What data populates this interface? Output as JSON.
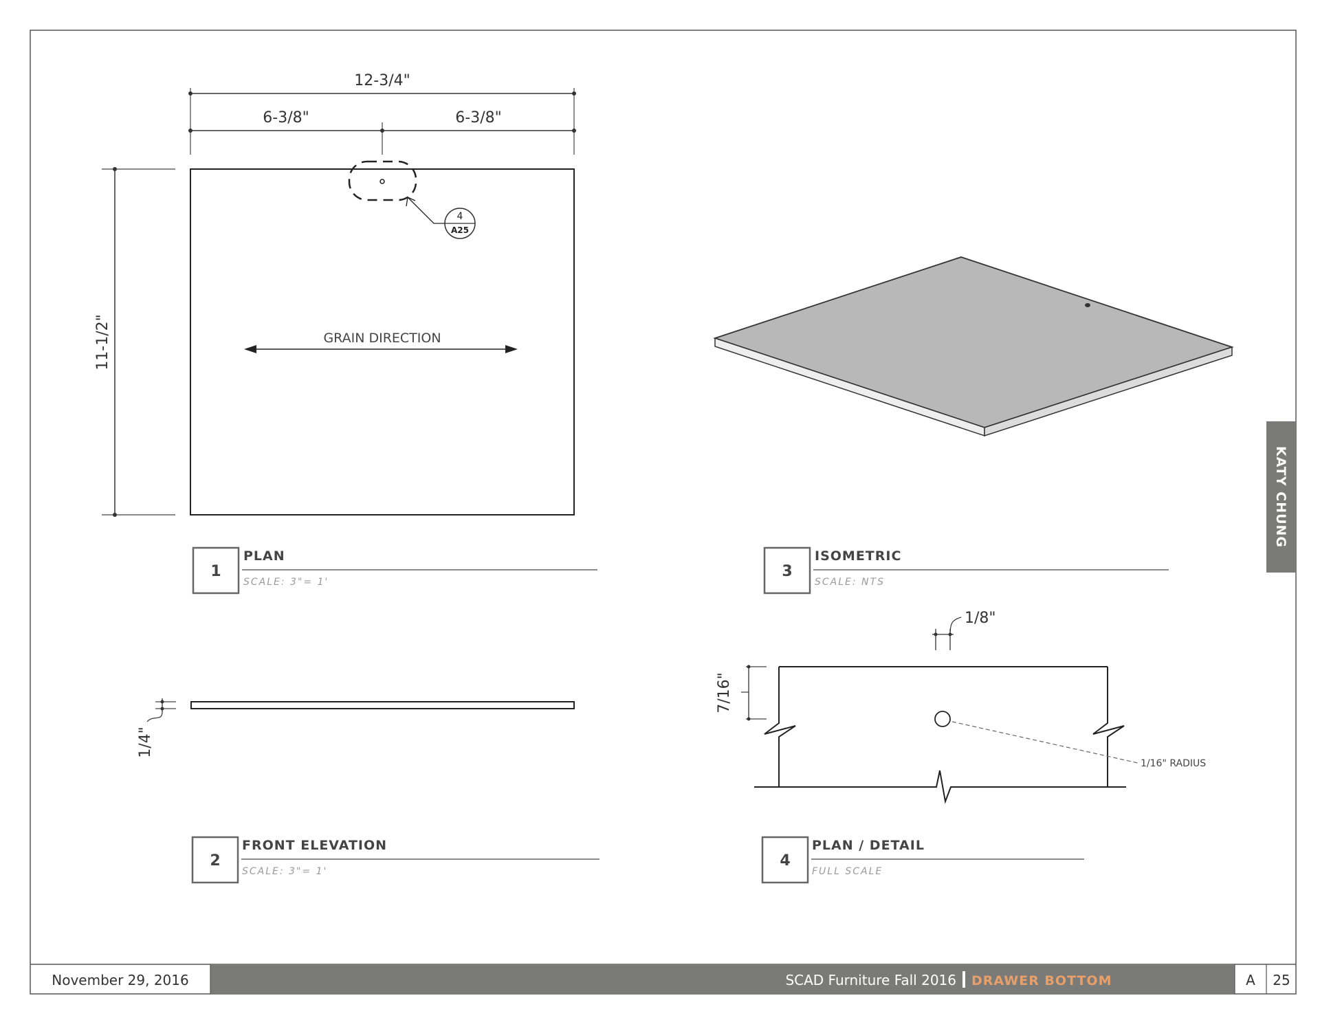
{
  "plan": {
    "dim_overall_width": "12-3/4\"",
    "dim_half_left": "6-3/8\"",
    "dim_half_right": "6-3/8\"",
    "dim_depth": "11-1/2\"",
    "grain_label": "GRAIN DIRECTION",
    "callout_number": "4",
    "callout_sheet": "A25"
  },
  "elevation": {
    "dim_thickness": "1/4\""
  },
  "detail": {
    "dim_small": "1/8\"",
    "dim_height": "7/16\"",
    "radius_note": "1/16\" RADIUS"
  },
  "views": [
    {
      "number": "1",
      "title": "PLAN",
      "scale": "SCALE: 3\"= 1'"
    },
    {
      "number": "2",
      "title": "FRONT ELEVATION",
      "scale": "SCALE: 3\"= 1'"
    },
    {
      "number": "3",
      "title": "ISOMETRIC",
      "scale": "SCALE: NTS"
    },
    {
      "number": "4",
      "title": "PLAN / DETAIL",
      "scale": "FULL SCALE"
    }
  ],
  "side_tab": {
    "name": "KATY CHUNG"
  },
  "footer": {
    "date": "November 29, 2016",
    "project": "SCAD Furniture Fall 2016",
    "sheet_title": "DRAWER BOTTOM",
    "sheet_letter": "A",
    "sheet_number": "25"
  },
  "colors": {
    "footer_bar": "#7a7a78",
    "accent": "#e8a06a",
    "isometric_fill": "#b8b8b8",
    "border": "#555555"
  }
}
